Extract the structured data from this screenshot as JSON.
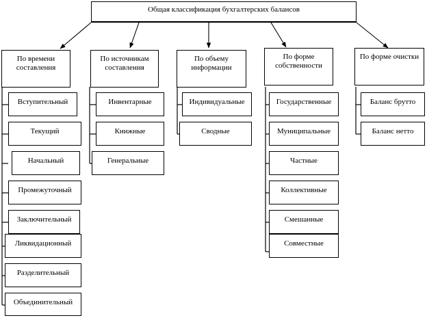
{
  "diagram": {
    "title": "Общая классификация бухгалтерских балансов",
    "branches": [
      {
        "header": "По времени составления",
        "items": [
          "Вступительный",
          "Текущий",
          "Начальный",
          "Промежуточный",
          "Заключительный",
          "Ликвидационный",
          "Разделительный",
          "Объединительный"
        ]
      },
      {
        "header": "По источникам составления",
        "items": [
          "Инвентарные",
          "Книжные",
          "Генеральные"
        ]
      },
      {
        "header": "По объему информации",
        "items": [
          "Индивидуальные",
          "Сводные"
        ]
      },
      {
        "header": "По форме собственности",
        "items": [
          "Государственные",
          "Муниципальные",
          "Частные",
          "Коллективные",
          "Смешанные",
          "Совместные"
        ]
      },
      {
        "header": "По форме очистки",
        "items": [
          "Баланс брутто",
          "Баланс нетто"
        ]
      }
    ],
    "colors": {
      "stroke": "#000000",
      "fill": "#ffffff",
      "text": "#000000"
    }
  }
}
